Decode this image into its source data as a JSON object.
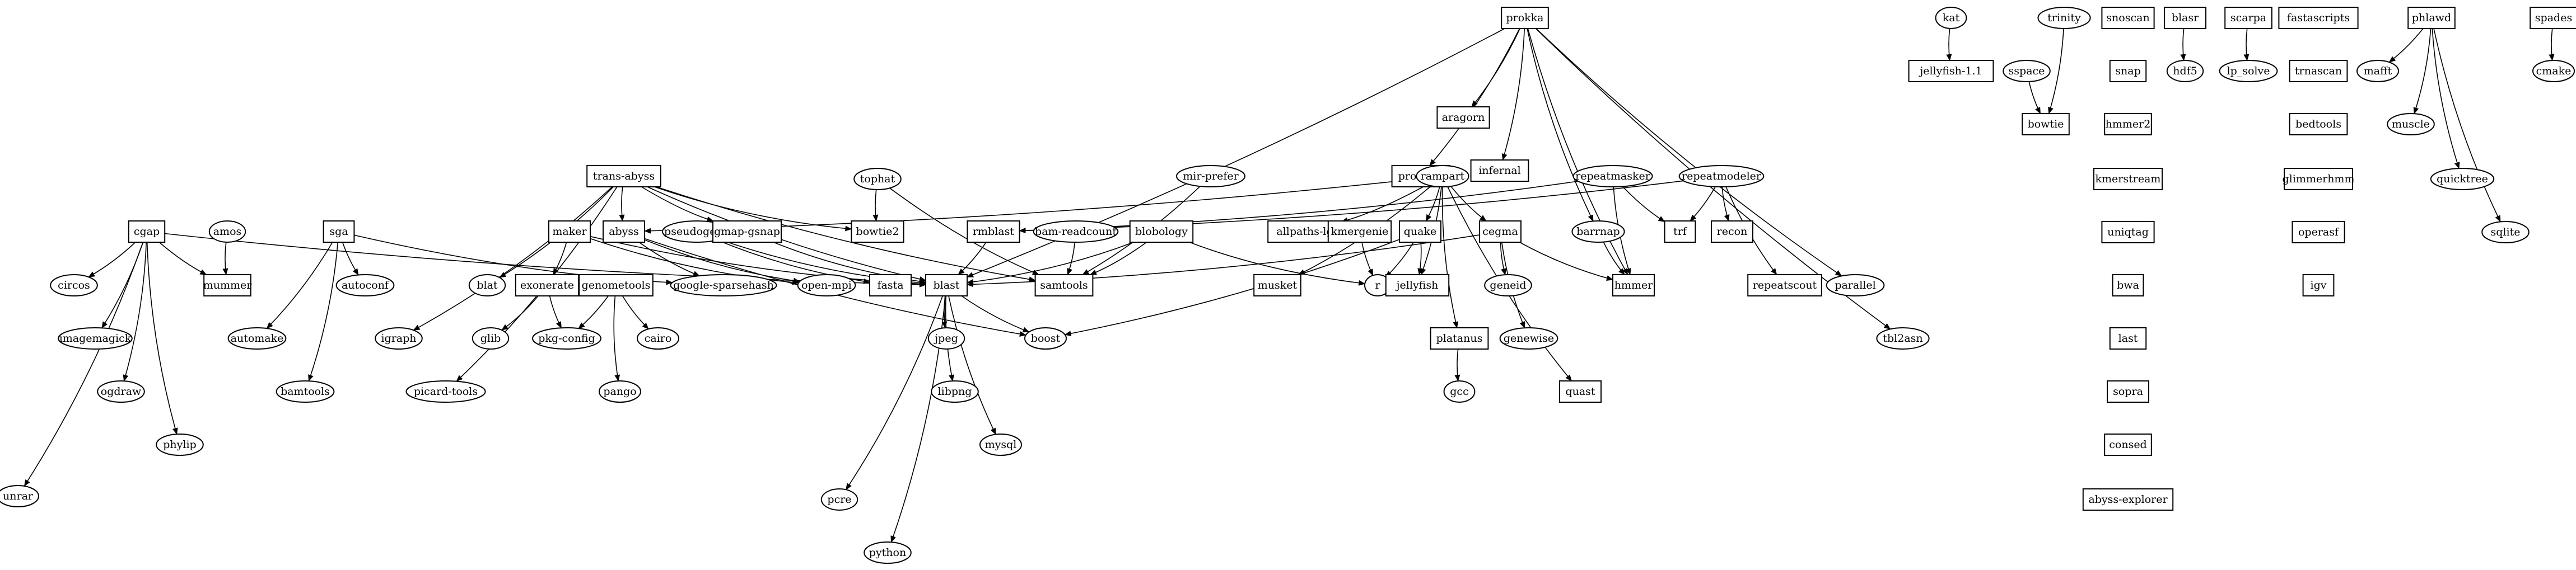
{
  "graph": {
    "nodes": [
      {
        "id": "prokka",
        "label": "prokka",
        "shape": "box"
      },
      {
        "id": "kat",
        "label": "kat",
        "shape": "ellipse"
      },
      {
        "id": "trinity",
        "label": "trinity",
        "shape": "ellipse"
      },
      {
        "id": "snoscan",
        "label": "snoscan",
        "shape": "box"
      },
      {
        "id": "blasr",
        "label": "blasr",
        "shape": "box"
      },
      {
        "id": "scarpa",
        "label": "scarpa",
        "shape": "box"
      },
      {
        "id": "fastascripts",
        "label": "fastascripts",
        "shape": "box"
      },
      {
        "id": "phlawd",
        "label": "phlawd",
        "shape": "box"
      },
      {
        "id": "spades",
        "label": "spades",
        "shape": "box"
      },
      {
        "id": "jellyfish11",
        "label": "jellyfish-1.1",
        "shape": "box"
      },
      {
        "id": "sspace",
        "label": "sspace",
        "shape": "ellipse"
      },
      {
        "id": "snap",
        "label": "snap",
        "shape": "box"
      },
      {
        "id": "hdf5",
        "label": "hdf5",
        "shape": "ellipse"
      },
      {
        "id": "lpsolve",
        "label": "lp_solve",
        "shape": "ellipse"
      },
      {
        "id": "trnascan",
        "label": "trnascan",
        "shape": "box"
      },
      {
        "id": "mafft",
        "label": "mafft",
        "shape": "ellipse"
      },
      {
        "id": "cmake",
        "label": "cmake",
        "shape": "ellipse"
      },
      {
        "id": "aragorn",
        "label": "aragorn",
        "shape": "box"
      },
      {
        "id": "bowtie",
        "label": "bowtie",
        "shape": "box"
      },
      {
        "id": "hmmer2",
        "label": "hmmer2",
        "shape": "box"
      },
      {
        "id": "bedtools",
        "label": "bedtools",
        "shape": "box"
      },
      {
        "id": "muscle",
        "label": "muscle",
        "shape": "ellipse"
      },
      {
        "id": "infernal",
        "label": "infernal",
        "shape": "box"
      },
      {
        "id": "prodigal",
        "label": "prodigal",
        "shape": "box"
      },
      {
        "id": "kmerstream",
        "label": "kmerstream",
        "shape": "box"
      },
      {
        "id": "glimmerhmm",
        "label": "glimmerhmm",
        "shape": "box"
      },
      {
        "id": "quicktree",
        "label": "quicktree",
        "shape": "ellipse"
      },
      {
        "id": "transabyss",
        "label": "trans-abyss",
        "shape": "box"
      },
      {
        "id": "tophat",
        "label": "tophat",
        "shape": "ellipse"
      },
      {
        "id": "mirprefer",
        "label": "mir-prefer",
        "shape": "ellipse"
      },
      {
        "id": "rampart",
        "label": "rampart",
        "shape": "ellipse"
      },
      {
        "id": "repeatmasker",
        "label": "repeatmasker",
        "shape": "ellipse"
      },
      {
        "id": "repeatmodeler",
        "label": "repeatmodeler",
        "shape": "ellipse"
      },
      {
        "id": "uniqtag",
        "label": "uniqtag",
        "shape": "box"
      },
      {
        "id": "operasf",
        "label": "operasf",
        "shape": "box"
      },
      {
        "id": "sqlite",
        "label": "sqlite",
        "shape": "ellipse"
      },
      {
        "id": "cgap",
        "label": "cgap",
        "shape": "box"
      },
      {
        "id": "amos",
        "label": "amos",
        "shape": "ellipse"
      },
      {
        "id": "sga",
        "label": "sga",
        "shape": "box"
      },
      {
        "id": "maker",
        "label": "maker",
        "shape": "box"
      },
      {
        "id": "abyss",
        "label": "abyss",
        "shape": "box"
      },
      {
        "id": "pseudogene",
        "label": "pseudogene",
        "shape": "ellipse"
      },
      {
        "id": "gmapgsnap",
        "label": "gmap-gsnap",
        "shape": "box"
      },
      {
        "id": "bowtie2",
        "label": "bowtie2",
        "shape": "box"
      },
      {
        "id": "rmblast",
        "label": "rmblast",
        "shape": "box"
      },
      {
        "id": "bamreadcount",
        "label": "bam-readcount",
        "shape": "ellipse"
      },
      {
        "id": "blobology",
        "label": "blobology",
        "shape": "box"
      },
      {
        "id": "allpaths",
        "label": "allpaths-lg",
        "shape": "box"
      },
      {
        "id": "kmergenie",
        "label": "kmergenie",
        "shape": "box"
      },
      {
        "id": "quake",
        "label": "quake",
        "shape": "box"
      },
      {
        "id": "cegma",
        "label": "cegma",
        "shape": "box"
      },
      {
        "id": "barrnap",
        "label": "barrnap",
        "shape": "ellipse"
      },
      {
        "id": "trf",
        "label": "trf",
        "shape": "box"
      },
      {
        "id": "recon",
        "label": "recon",
        "shape": "box"
      },
      {
        "id": "circos",
        "label": "circos",
        "shape": "ellipse"
      },
      {
        "id": "mummer",
        "label": "mummer",
        "shape": "box"
      },
      {
        "id": "autoconf",
        "label": "autoconf",
        "shape": "ellipse"
      },
      {
        "id": "exonerate",
        "label": "exonerate",
        "shape": "box"
      },
      {
        "id": "genometools",
        "label": "genometools",
        "shape": "box"
      },
      {
        "id": "sparsehash",
        "label": "google-sparsehash",
        "shape": "ellipse"
      },
      {
        "id": "openmpi",
        "label": "open-mpi",
        "shape": "ellipse"
      },
      {
        "id": "fasta",
        "label": "fasta",
        "shape": "box"
      },
      {
        "id": "blast",
        "label": "blast",
        "shape": "box"
      },
      {
        "id": "samtools",
        "label": "samtools",
        "shape": "box"
      },
      {
        "id": "musket",
        "label": "musket",
        "shape": "box"
      },
      {
        "id": "r",
        "label": "r",
        "shape": "ellipse"
      },
      {
        "id": "jellyfish",
        "label": "jellyfish",
        "shape": "box"
      },
      {
        "id": "geneid",
        "label": "geneid",
        "shape": "ellipse"
      },
      {
        "id": "hmmer",
        "label": "hmmer",
        "shape": "box"
      },
      {
        "id": "repeatscout",
        "label": "repeatscout",
        "shape": "box"
      },
      {
        "id": "parallel",
        "label": "parallel",
        "shape": "ellipse"
      },
      {
        "id": "bwa",
        "label": "bwa",
        "shape": "box"
      },
      {
        "id": "igv",
        "label": "igv",
        "shape": "box"
      },
      {
        "id": "blat",
        "label": "blat",
        "shape": "ellipse"
      },
      {
        "id": "imagemagick",
        "label": "imagemagick",
        "shape": "ellipse"
      },
      {
        "id": "automake",
        "label": "automake",
        "shape": "ellipse"
      },
      {
        "id": "glib",
        "label": "glib",
        "shape": "ellipse"
      },
      {
        "id": "pkgconfig",
        "label": "pkg-config",
        "shape": "ellipse"
      },
      {
        "id": "cairo",
        "label": "cairo",
        "shape": "ellipse"
      },
      {
        "id": "boost",
        "label": "boost",
        "shape": "ellipse"
      },
      {
        "id": "genewise",
        "label": "genewise",
        "shape": "ellipse"
      },
      {
        "id": "tbl2asn",
        "label": "tbl2asn",
        "shape": "ellipse"
      },
      {
        "id": "igraph",
        "label": "igraph",
        "shape": "ellipse"
      },
      {
        "id": "platanus",
        "label": "platanus",
        "shape": "box"
      },
      {
        "id": "last",
        "label": "last",
        "shape": "box"
      },
      {
        "id": "jpeg",
        "label": "jpeg",
        "shape": "ellipse"
      },
      {
        "id": "ogdraw",
        "label": "ogdraw",
        "shape": "ellipse"
      },
      {
        "id": "bamtools",
        "label": "bamtools",
        "shape": "ellipse"
      },
      {
        "id": "picard",
        "label": "picard-tools",
        "shape": "ellipse"
      },
      {
        "id": "pango",
        "label": "pango",
        "shape": "ellipse"
      },
      {
        "id": "libpng",
        "label": "libpng",
        "shape": "ellipse"
      },
      {
        "id": "gcc",
        "label": "gcc",
        "shape": "ellipse"
      },
      {
        "id": "quast",
        "label": "quast",
        "shape": "box"
      },
      {
        "id": "sopra",
        "label": "sopra",
        "shape": "box"
      },
      {
        "id": "phylip",
        "label": "phylip",
        "shape": "ellipse"
      },
      {
        "id": "mysql",
        "label": "mysql",
        "shape": "ellipse"
      },
      {
        "id": "consed",
        "label": "consed",
        "shape": "box"
      },
      {
        "id": "pcre",
        "label": "pcre",
        "shape": "ellipse"
      },
      {
        "id": "unrar",
        "label": "unrar",
        "shape": "ellipse"
      },
      {
        "id": "abyssexplorer",
        "label": "abyss-explorer",
        "shape": "box"
      },
      {
        "id": "python",
        "label": "python",
        "shape": "ellipse"
      }
    ],
    "edges": [
      [
        "prokka",
        "aragorn"
      ],
      [
        "prokka",
        "infernal"
      ],
      [
        "prokka",
        "prodigal"
      ],
      [
        "prokka",
        "blast"
      ],
      [
        "prokka",
        "barrnap"
      ],
      [
        "prokka",
        "hmmer"
      ],
      [
        "prokka",
        "parallel"
      ],
      [
        "prokka",
        "tbl2asn"
      ],
      [
        "kat",
        "jellyfish11"
      ],
      [
        "trinity",
        "bowtie"
      ],
      [
        "sspace",
        "bowtie"
      ],
      [
        "blasr",
        "hdf5"
      ],
      [
        "scarpa",
        "lpsolve"
      ],
      [
        "phlawd",
        "mafft"
      ],
      [
        "phlawd",
        "muscle"
      ],
      [
        "phlawd",
        "quicktree"
      ],
      [
        "phlawd",
        "sqlite"
      ],
      [
        "spades",
        "cmake"
      ],
      [
        "transabyss",
        "abyss"
      ],
      [
        "transabyss",
        "gmapgsnap"
      ],
      [
        "transabyss",
        "bowtie2"
      ],
      [
        "transabyss",
        "blat"
      ],
      [
        "transabyss",
        "igraph"
      ],
      [
        "transabyss",
        "picard"
      ],
      [
        "transabyss",
        "samtools"
      ],
      [
        "transabyss",
        "blast"
      ],
      [
        "tophat",
        "bowtie2"
      ],
      [
        "tophat",
        "samtools"
      ],
      [
        "mirprefer",
        "samtools"
      ],
      [
        "rampart",
        "abyss"
      ],
      [
        "rampart",
        "allpaths"
      ],
      [
        "rampart",
        "quake"
      ],
      [
        "rampart",
        "cegma"
      ],
      [
        "rampart",
        "musket"
      ],
      [
        "rampart",
        "platanus"
      ],
      [
        "rampart",
        "quast"
      ],
      [
        "rampart",
        "jellyfish"
      ],
      [
        "repeatmasker",
        "rmblast"
      ],
      [
        "repeatmasker",
        "trf"
      ],
      [
        "repeatmasker",
        "hmmer"
      ],
      [
        "repeatmodeler",
        "trf"
      ],
      [
        "repeatmodeler",
        "recon"
      ],
      [
        "repeatmodeler",
        "repeatscout"
      ],
      [
        "repeatmodeler",
        "rmblast"
      ],
      [
        "cgap",
        "circos"
      ],
      [
        "cgap",
        "mummer"
      ],
      [
        "cgap",
        "imagemagick"
      ],
      [
        "cgap",
        "ogdraw"
      ],
      [
        "cgap",
        "phylip"
      ],
      [
        "cgap",
        "unrar"
      ],
      [
        "cgap",
        "blast"
      ],
      [
        "amos",
        "mummer"
      ],
      [
        "sga",
        "autoconf"
      ],
      [
        "sga",
        "automake"
      ],
      [
        "sga",
        "bamtools"
      ],
      [
        "sga",
        "sparsehash"
      ],
      [
        "maker",
        "exonerate"
      ],
      [
        "maker",
        "blast"
      ],
      [
        "maker",
        "openmpi"
      ],
      [
        "abyss",
        "sparsehash"
      ],
      [
        "abyss",
        "openmpi"
      ],
      [
        "abyss",
        "boost"
      ],
      [
        "pseudogene",
        "fasta"
      ],
      [
        "pseudogene",
        "blast"
      ],
      [
        "gmapgsnap",
        "blast"
      ],
      [
        "rmblast",
        "blast"
      ],
      [
        "bamreadcount",
        "samtools"
      ],
      [
        "blobology",
        "blast"
      ],
      [
        "blobology",
        "samtools"
      ],
      [
        "blobology",
        "r"
      ],
      [
        "kmergenie",
        "r"
      ],
      [
        "quake",
        "r"
      ],
      [
        "quake",
        "jellyfish"
      ],
      [
        "quake",
        "boost"
      ],
      [
        "cegma",
        "geneid"
      ],
      [
        "cegma",
        "genewise"
      ],
      [
        "cegma",
        "hmmer"
      ],
      [
        "cegma",
        "blast"
      ],
      [
        "barrnap",
        "hmmer"
      ],
      [
        "platanus",
        "gcc"
      ],
      [
        "exonerate",
        "glib"
      ],
      [
        "exonerate",
        "pkgconfig"
      ],
      [
        "genometools",
        "pkgconfig"
      ],
      [
        "genometools",
        "cairo"
      ],
      [
        "genometools",
        "pango"
      ],
      [
        "blast",
        "jpeg"
      ],
      [
        "blast",
        "libpng"
      ],
      [
        "blast",
        "mysql"
      ],
      [
        "blast",
        "pcre"
      ],
      [
        "blast",
        "python"
      ],
      [
        "blast",
        "boost"
      ]
    ]
  }
}
